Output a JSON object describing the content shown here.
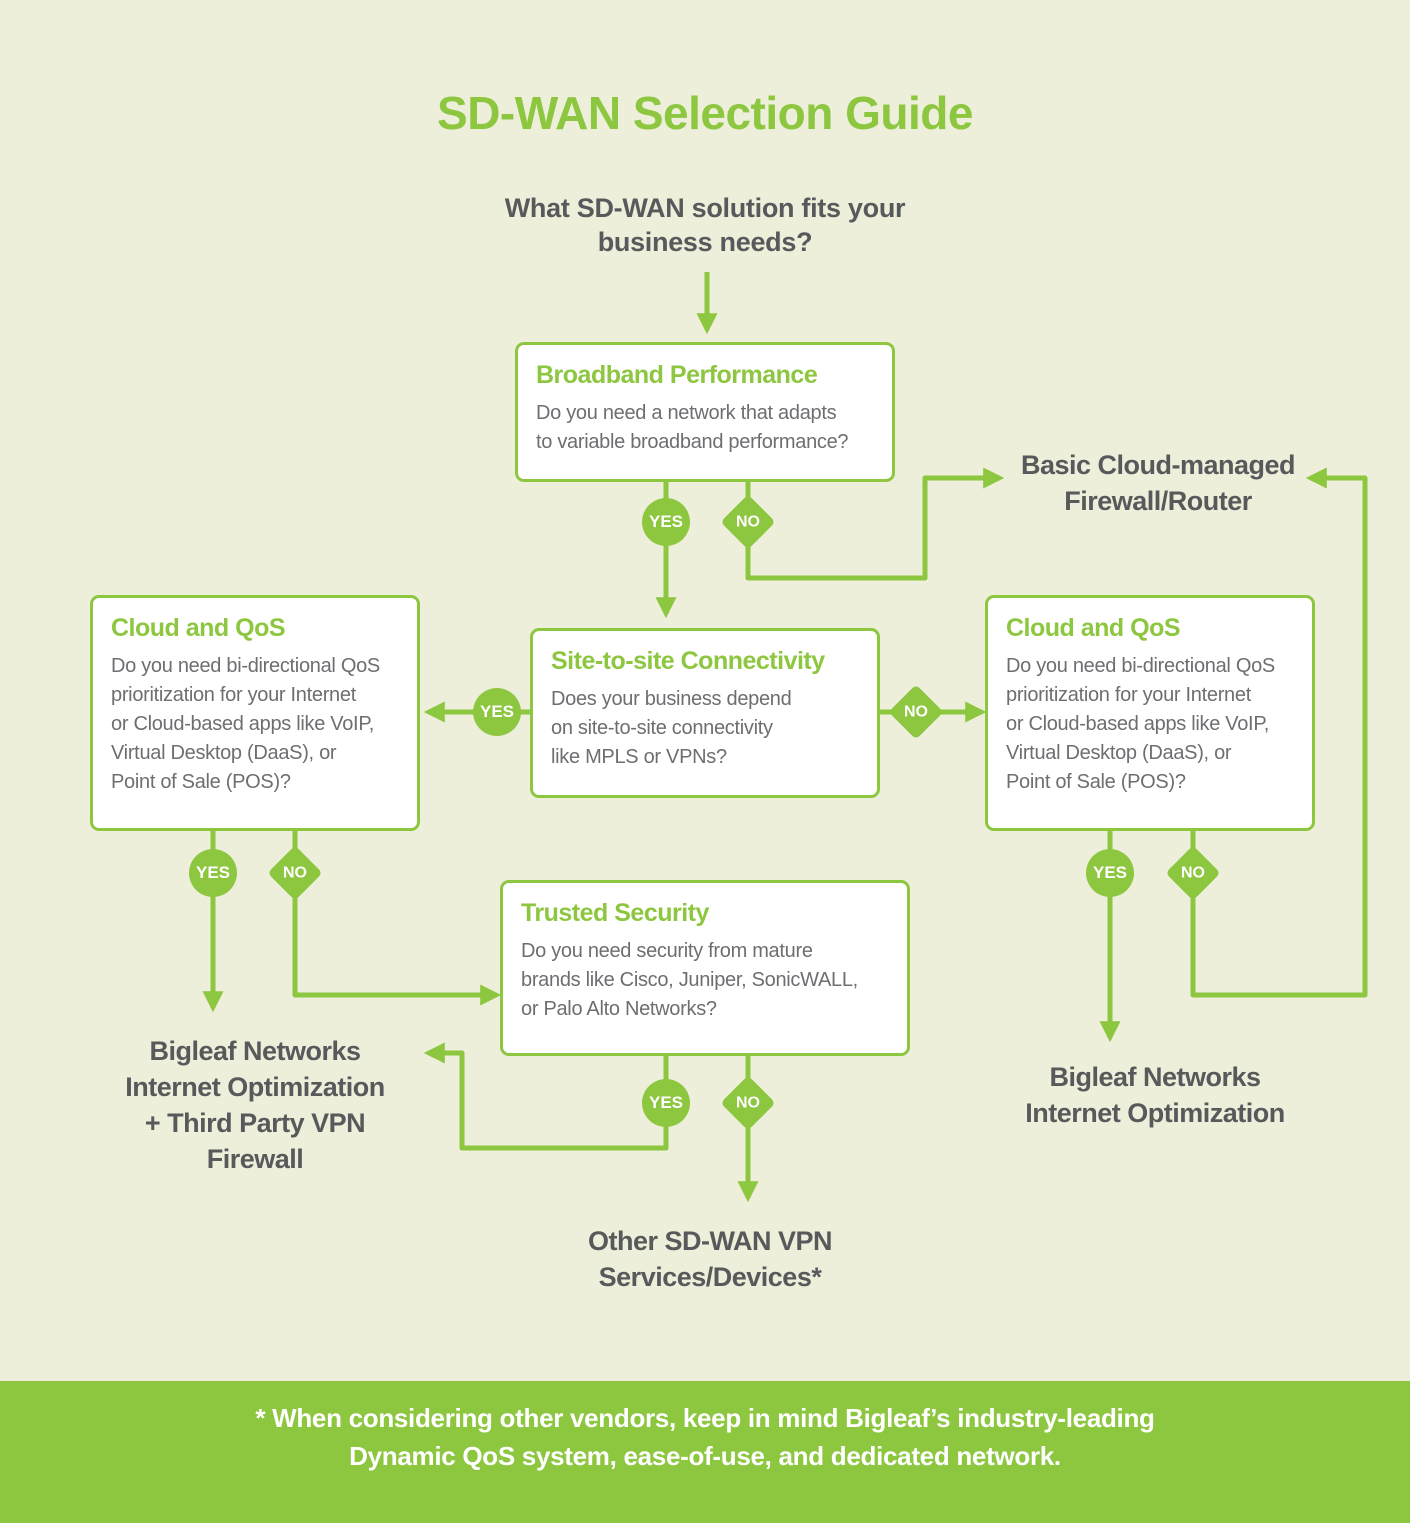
{
  "title": "SD-WAN Selection Guide",
  "intro": {
    "lines": [
      "What SD-WAN solution fits your",
      "business needs?"
    ]
  },
  "labels": {
    "yes": "YES",
    "no": "NO"
  },
  "nodes": {
    "broadband": {
      "title": "Broadband Performance",
      "body": [
        "Do you need a network that adapts",
        "to variable broadband performance?"
      ]
    },
    "site_to_site": {
      "title": "Site-to-site Connectivity",
      "body": [
        "Does your business depend",
        "on site-to-site connectivity",
        "like MPLS or VPNs?"
      ]
    },
    "cloud_qos": {
      "title": "Cloud and QoS",
      "body": [
        "Do you need bi-directional QoS",
        "prioritization for your Internet",
        "or Cloud-based apps like VoIP,",
        "Virtual Desktop (DaaS), or",
        "Point of Sale (POS)?"
      ]
    },
    "trusted_security": {
      "title": "Trusted Security",
      "body": [
        "Do you need security from mature",
        "brands like Cisco, Juniper, SonicWALL,",
        "or Palo Alto Networks?"
      ]
    }
  },
  "outcomes": {
    "basic_firewall": [
      "Basic Cloud-managed",
      "Firewall/Router"
    ],
    "bigleaf_vpn_firewall": [
      "Bigleaf Networks",
      "Internet Optimization",
      "+ Third Party VPN",
      "Firewall"
    ],
    "bigleaf_optimization": [
      "Bigleaf Networks",
      "Internet Optimization"
    ],
    "other_sdwan": [
      "Other SD-WAN VPN",
      "Services/Devices*"
    ]
  },
  "footnote": {
    "lines": [
      "* When considering other vendors, keep in mind Bigleaf’s industry-leading",
      "Dynamic QoS system, ease-of-use, and dedicated network."
    ]
  },
  "colors": {
    "accent_green": "#8dc63f",
    "background": "#edefdb",
    "heading_text": "#58595b",
    "body_text": "#6d6e71",
    "footer_text": "#ffffff"
  }
}
